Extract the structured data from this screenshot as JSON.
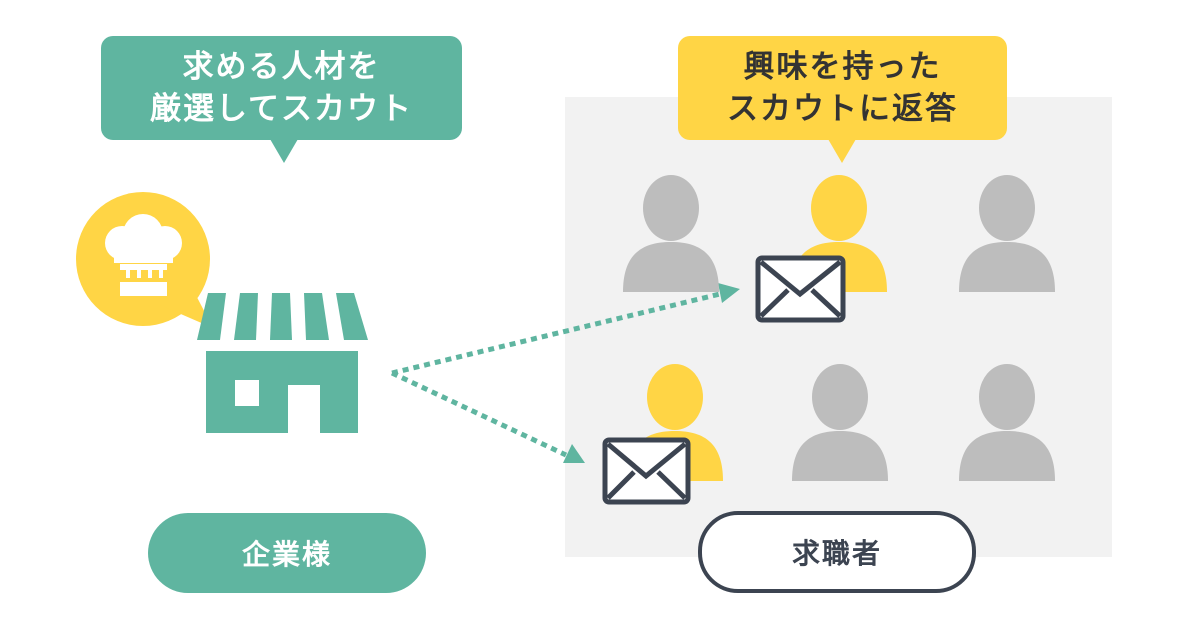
{
  "company_bubble": {
    "line1": "求める人材を",
    "line2": "厳選してスカウト"
  },
  "seeker_bubble": {
    "line1": "興味を持った",
    "line2": "スカウトに返答"
  },
  "labels": {
    "company": "企業様",
    "seeker": "求職者"
  },
  "colors": {
    "green": "#5fb5a0",
    "yellow": "#ffd545",
    "gray_person": "#bdbdbd",
    "envelope_stroke": "#3c4451",
    "panel_bg": "#f2f2f2"
  },
  "icons": [
    "chef-hat-icon",
    "store-icon",
    "person-icon",
    "envelope-icon",
    "arrow-icon"
  ]
}
